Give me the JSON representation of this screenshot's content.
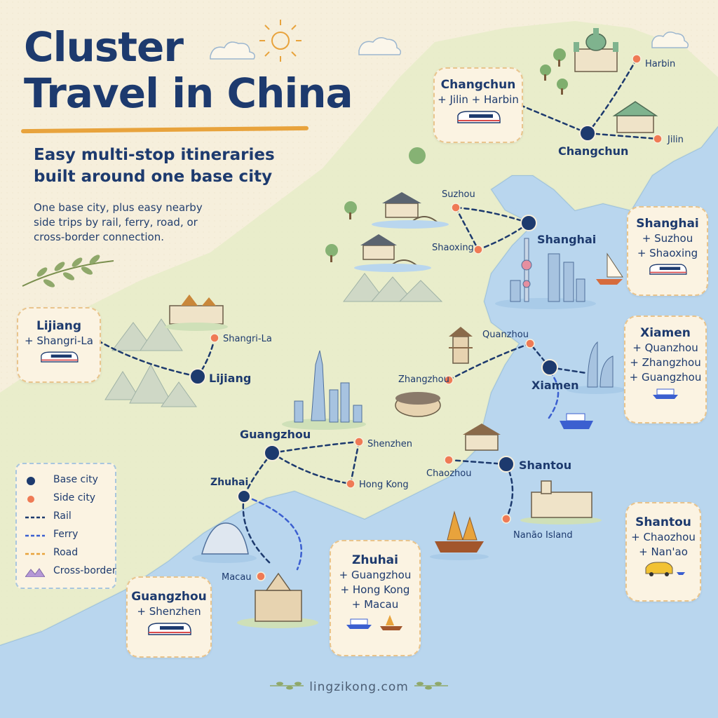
{
  "title": {
    "line1": "Cluster",
    "line2": "Travel in China"
  },
  "subtitle": "Easy multi-stop itineraries built around one base city",
  "description": "One base city, plus easy nearby side trips by rail, ferry, road, or cross-border connection.",
  "colors": {
    "base_city": "#1d3a6e",
    "side_city": "#ef7a55",
    "rail": "#1d3a6e",
    "ferry": "#3b5fd0",
    "road": "#e8a33c",
    "cross_border": "#b597d6",
    "sea": "#b9d6ee",
    "land": "#e6ecc8"
  },
  "cities": {
    "changchun": "Changchun",
    "harbin": "Harbin",
    "jilin": "Jilin",
    "shanghai": "Shanghai",
    "suzhou": "Suzhou",
    "shaoxing": "Shaoxing",
    "lijiang": "Lijiang",
    "shangri_la": "Shangri-La",
    "xiamen": "Xiamen",
    "quanzhou": "Quanzhou",
    "zhangzhou": "Zhangzhou",
    "guangzhou": "Guangzhou",
    "shenzhen": "Shenzhen",
    "hong_kong": "Hong Kong",
    "shantou": "Shantou",
    "chaozhou": "Chaozhou",
    "nanao": "Nanão Island",
    "zhuhai": "Zhuhai",
    "macau": "Macau"
  },
  "cards": {
    "changchun": {
      "title": "Changchun",
      "lines": [
        "+ Jilin + Harbin"
      ]
    },
    "shanghai": {
      "title": "Shanghai",
      "lines": [
        "+ Suzhou",
        "+ Shaoxing"
      ]
    },
    "lijiang": {
      "title": "Lijiang",
      "lines": [
        "+ Shangri-La"
      ]
    },
    "xiamen": {
      "title": "Xiamen",
      "lines": [
        "+ Quanzhou",
        "+ Zhangzhou",
        "+ Guangzhou"
      ]
    },
    "shantou": {
      "title": "Shantou",
      "lines": [
        "+ Chaozhou",
        "+ Nan'ao"
      ]
    },
    "zhuhai": {
      "title": "Zhuhai",
      "lines": [
        "+ Guangzhou",
        "+ Hong Kong",
        "+ Macau"
      ]
    },
    "guangzhou": {
      "title": "Guangzhou",
      "lines": [
        "+ Shenzhen"
      ]
    }
  },
  "legend": {
    "base": "Base city",
    "side": "Side city",
    "rail": "Rail",
    "ferry": "Ferry",
    "road": "Road",
    "cross": "Cross-border"
  },
  "footer": "lingzikong.com"
}
